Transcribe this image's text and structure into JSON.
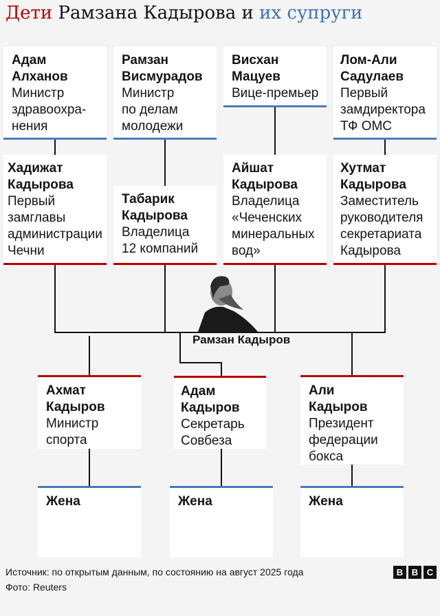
{
  "title": {
    "part1": "Дети",
    "part2": " Рамзана Кадырова и ",
    "part3": "их супруги"
  },
  "sons_in_law": [
    {
      "name1": "Адам",
      "name2": "Алханов",
      "role": [
        "Министр",
        "здравоохра-",
        "нения"
      ]
    },
    {
      "name1": "Рамзан",
      "name2": "Висмурадов",
      "role": [
        "Министр",
        "по делам",
        "молодежи"
      ]
    },
    {
      "name1": "Висхан",
      "name2": "Мацуев",
      "role": [
        "Вице-премьер"
      ]
    },
    {
      "name1": "Лом-Али",
      "name2": "Садулаев",
      "role": [
        "Первый",
        "замдиректора",
        "ТФ ОМС"
      ]
    }
  ],
  "daughters": [
    {
      "name1": "Хадижат",
      "name2": "Кадырова",
      "role": [
        "Первый",
        "замглавы",
        "администрации",
        "Чечни"
      ]
    },
    {
      "name1": "Табарик",
      "name2": "Кадырова",
      "role": [
        "Владелица",
        "12 компаний"
      ]
    },
    {
      "name1": "Айшат",
      "name2": "Кадырова",
      "role": [
        "Владелица",
        "«Чеченских",
        "минеральных",
        "вод»"
      ]
    },
    {
      "name1": "Хутмат",
      "name2": "Кадырова",
      "role": [
        "Заместитель",
        "руководителя",
        "секретариата",
        "Кадырова"
      ]
    }
  ],
  "center": {
    "name": "Рамзан Кадыров"
  },
  "sons": [
    {
      "name1": "Ахмат",
      "name2": "Кадыров",
      "role": [
        "Министр",
        "спорта"
      ]
    },
    {
      "name1": "Адам",
      "name2": "Кадыров",
      "role": [
        "Секретарь",
        "Совбеза"
      ]
    },
    {
      "name1": "Али",
      "name2": "Кадыров",
      "role": [
        "Президент",
        "федерации",
        "бокса"
      ]
    }
  ],
  "wives": [
    {
      "label": "Жена"
    },
    {
      "label": "Жена"
    },
    {
      "label": "Жена"
    }
  ],
  "footer": {
    "source": "Источник: по открытым данным, по состоянию на август 2025 года",
    "photo": "Фото: Reuters",
    "logo": [
      "B",
      "B",
      "C"
    ]
  }
}
